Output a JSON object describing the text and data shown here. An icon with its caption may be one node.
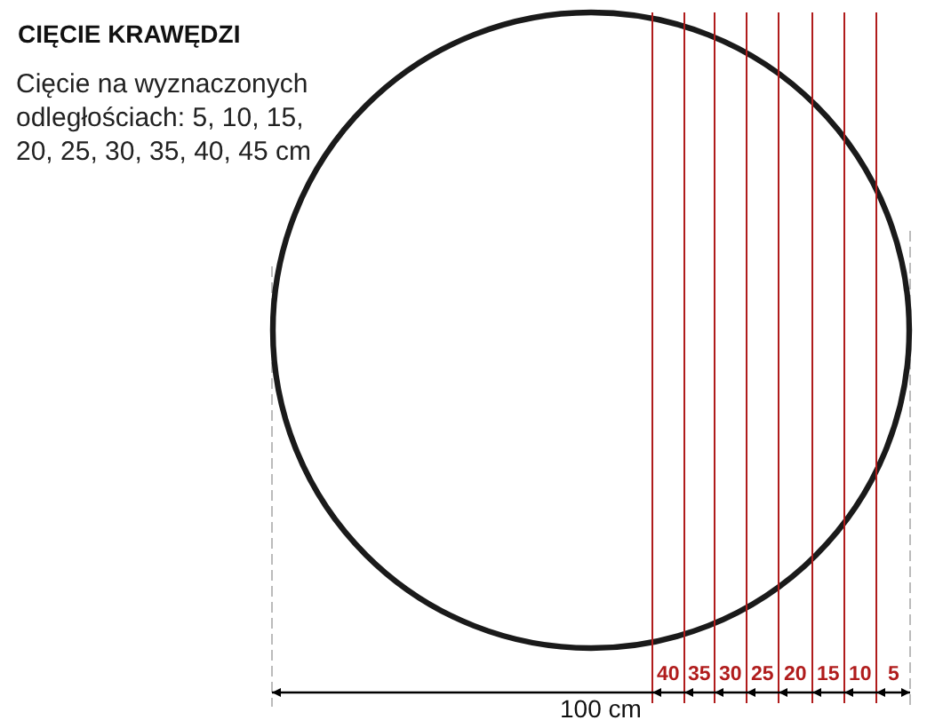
{
  "diagram": {
    "title": "CIĘCIE KRAWĘDZI",
    "labels": [
      "Cięcie na wyznaczonych odległościach: 5, 10, 15, 20, 25, 30, 35, 40, 45 cm",
      "40",
      "35",
      "30",
      "25",
      "20",
      "15",
      "10",
      "5",
      "100 cm"
    ]
  }
}
